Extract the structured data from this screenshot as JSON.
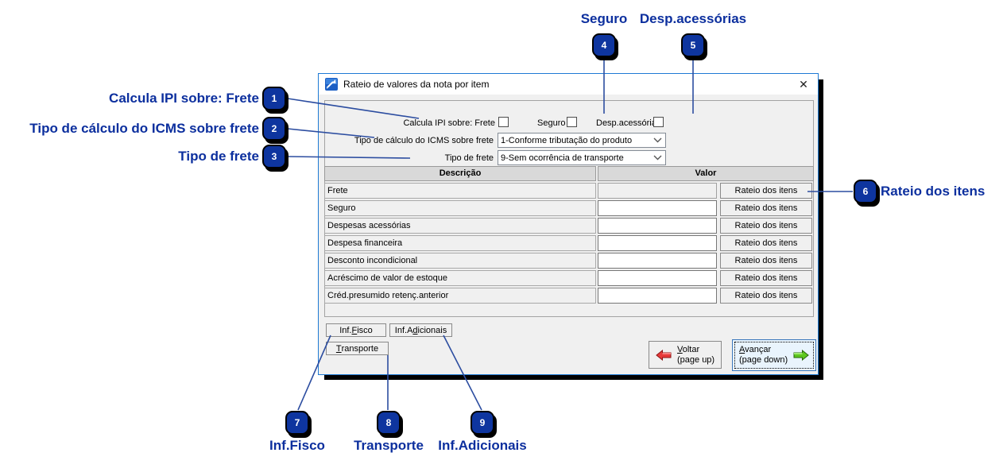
{
  "colors": {
    "annotation_navy": "#0c2f9e",
    "badge_blue": "#0e359f",
    "window_border_blue": "#1e7ad4",
    "voltar_arrow_red": "#e83a3a",
    "avancar_arrow_green": "#5dc71e"
  },
  "window": {
    "title": "Rateio de valores da nota por item",
    "close_glyph": "✕"
  },
  "form": {
    "ipi_label": "Calcula IPI sobre: Frete",
    "seguro_label": "Seguro",
    "desp_label": "Desp.acessórias",
    "icms_label": "Tipo de cálculo do ICMS sobre frete",
    "icms_value": "1-Conforme tributação do produto",
    "tipo_frete_label": "Tipo de frete",
    "tipo_frete_value": "9-Sem ocorrência de transporte"
  },
  "table": {
    "headers": [
      "Descrição",
      "Valor"
    ],
    "action_label": "Rateio dos itens",
    "rows": [
      {
        "desc": "Frete",
        "value": "",
        "disabled": true
      },
      {
        "desc": "Seguro",
        "value": ""
      },
      {
        "desc": "Despesas acessórias",
        "value": ""
      },
      {
        "desc": "Despesa financeira",
        "value": ""
      },
      {
        "desc": "Desconto incondicional",
        "value": ""
      },
      {
        "desc": "Acréscimo de valor de estoque",
        "value": ""
      },
      {
        "desc": "Créd.presumido retenç.anterior",
        "value": ""
      }
    ]
  },
  "buttons": {
    "inf_fisco": {
      "pre": "Inf.",
      "u": "F",
      "post": "isco"
    },
    "inf_adicionais": {
      "pre": "Inf.A",
      "u": "d",
      "post": "icionais"
    },
    "transporte": {
      "pre": "",
      "u": "T",
      "post": "ransporte"
    },
    "voltar": {
      "u": "V",
      "post": "oltar",
      "sub": "(page up)"
    },
    "avancar": {
      "u": "A",
      "post": "vançar",
      "sub": "(page down)"
    }
  },
  "annotations": [
    {
      "n": "1",
      "label": "Calcula IPI sobre: Frete"
    },
    {
      "n": "2",
      "label": "Tipo de cálculo do ICMS sobre frete"
    },
    {
      "n": "3",
      "label": "Tipo de frete"
    },
    {
      "n": "4",
      "label": "Seguro"
    },
    {
      "n": "5",
      "label": "Desp.acessórias"
    },
    {
      "n": "6",
      "label": "Rateio dos itens"
    },
    {
      "n": "7",
      "label": "Inf.Fisco"
    },
    {
      "n": "8",
      "label": "Transporte"
    },
    {
      "n": "9",
      "label": "Inf.Adicionais"
    }
  ]
}
